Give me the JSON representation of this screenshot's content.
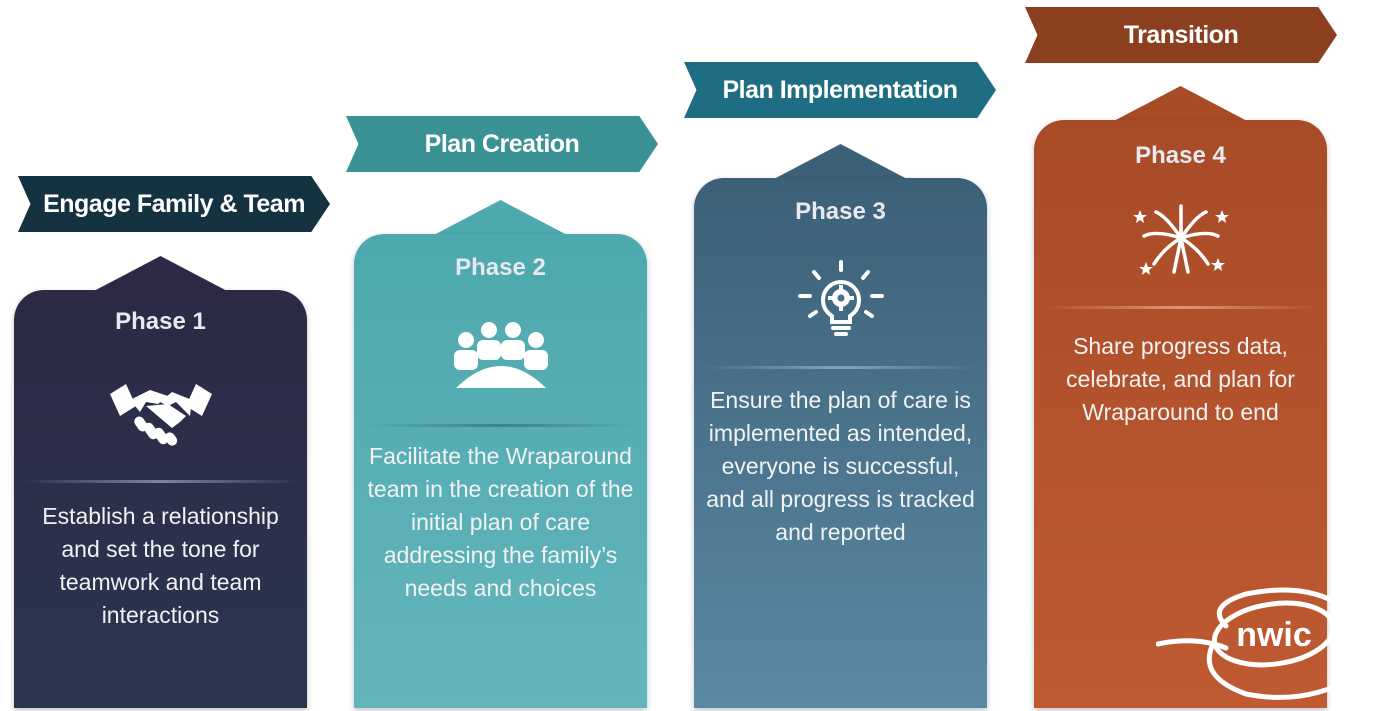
{
  "phases": [
    {
      "banner": "Engage Family & Team",
      "title": "Phase 1",
      "icon": "handshake-icon",
      "description": "Establish a relationship and set the tone for teamwork and team interactions",
      "color": "#2c2a45"
    },
    {
      "banner": "Plan Creation",
      "title": "Phase 2",
      "icon": "team-meeting-icon",
      "description": "Facilitate the Wraparound team in the creation of the initial plan of care addressing the family’s needs and choices",
      "color": "#4da9ad"
    },
    {
      "banner": "Plan Implementation",
      "title": "Phase 3",
      "icon": "lightbulb-gear-icon",
      "description": "Ensure the plan of care is implemented as intended, everyone is successful, and all progress is tracked and reported",
      "color": "#3c6078"
    },
    {
      "banner": "Transition",
      "title": "Phase 4",
      "icon": "fireworks-icon",
      "description": "Share progress data, celebrate, and plan for Wraparound to end",
      "color": "#a84b27"
    }
  ],
  "logo": {
    "text": "nwic"
  }
}
